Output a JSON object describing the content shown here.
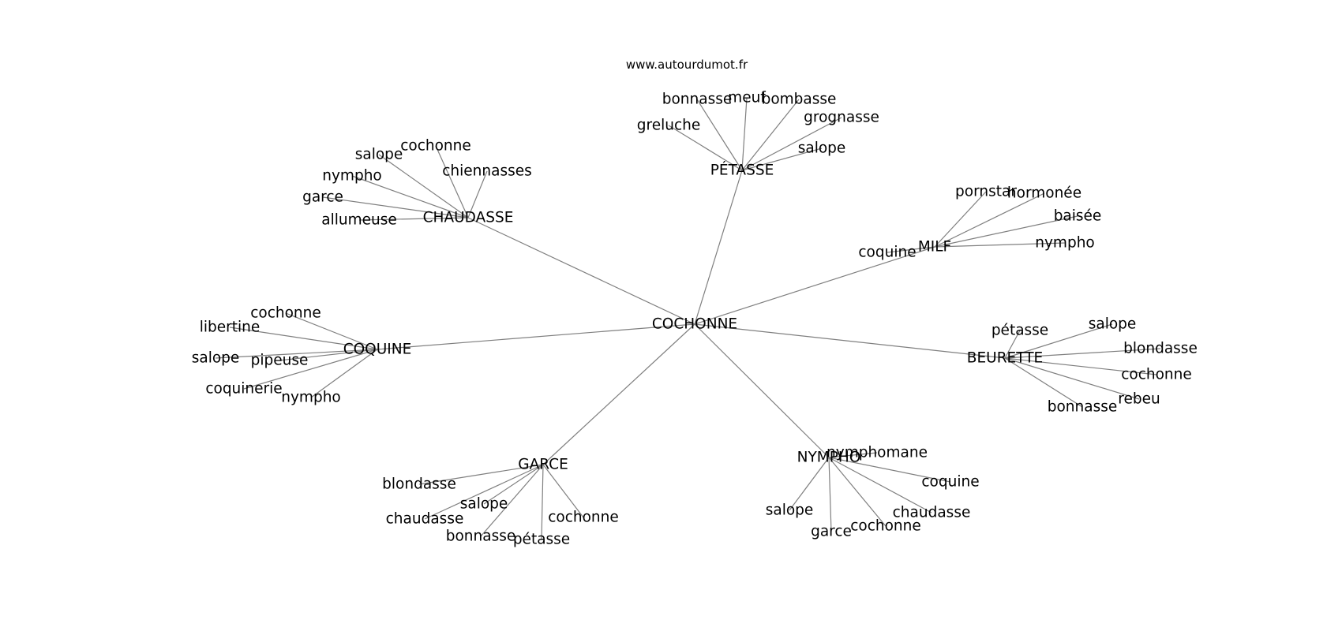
{
  "source": "www.autourdumot.fr",
  "graph": {
    "root": "COCHONNE",
    "branches": [
      {
        "hub": "PÉTASSE",
        "leaves": [
          "bonnasse",
          "meuf",
          "bombasse",
          "grognasse",
          "greluche",
          "salope"
        ]
      },
      {
        "hub": "CHAUDASSE",
        "leaves": [
          "cochonne",
          "salope",
          "chiennasses",
          "nympho",
          "garce",
          "allumeuse"
        ]
      },
      {
        "hub": "MILF",
        "leaves": [
          "pornstar",
          "hormonée",
          "baisée",
          "nympho",
          "coquine"
        ]
      },
      {
        "hub": "COQUINE",
        "leaves": [
          "cochonne",
          "libertine",
          "salope",
          "pipeuse",
          "coquinerie",
          "nympho"
        ]
      },
      {
        "hub": "BEURETTE",
        "leaves": [
          "pétasse",
          "salope",
          "blondasse",
          "cochonne",
          "rebeu",
          "bonnasse"
        ]
      },
      {
        "hub": "GARCE",
        "leaves": [
          "blondasse",
          "salope",
          "chaudasse",
          "bonnasse",
          "pétasse",
          "cochonne"
        ]
      },
      {
        "hub": "NYMPHO",
        "leaves": [
          "nymphomane",
          "coquine",
          "chaudasse",
          "cochonne",
          "garce",
          "salope"
        ]
      }
    ]
  }
}
